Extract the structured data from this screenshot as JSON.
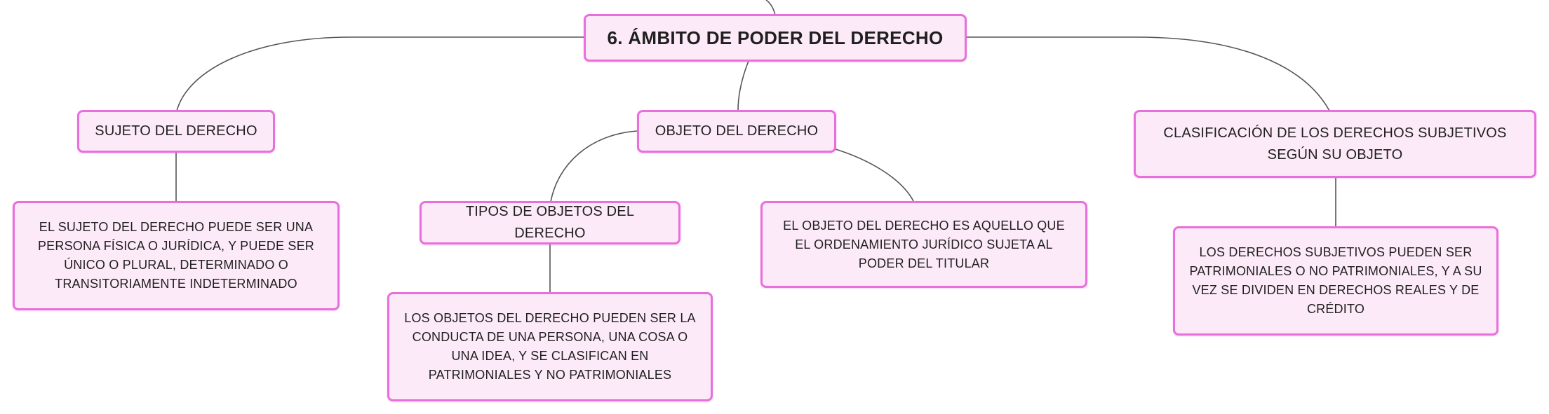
{
  "mindmap": {
    "root": {
      "label": "6. ÁMBITO DE PODER DEL DERECHO"
    },
    "branches": [
      {
        "label": "SUJETO DEL DERECHO",
        "details": [
          {
            "text": "EL SUJETO DEL DERECHO PUEDE SER UNA PERSONA FÍSICA O JURÍDICA, Y PUEDE SER ÚNICO O PLURAL, DETERMINADO O TRANSITORIAMENTE INDETERMINADO"
          }
        ]
      },
      {
        "label": "OBJETO DEL DERECHO",
        "children": [
          {
            "label": "TIPOS DE OBJETOS DEL DERECHO",
            "details": [
              {
                "text": "LOS OBJETOS DEL DERECHO PUEDEN SER LA CONDUCTA DE UNA PERSONA, UNA COSA O UNA IDEA, Y SE CLASIFICAN EN PATRIMONIALES Y NO PATRIMONIALES"
              }
            ]
          },
          {
            "text": "EL OBJETO DEL DERECHO ES AQUELLO QUE EL ORDENAMIENTO JURÍDICO SUJETA AL PODER DEL TITULAR"
          }
        ]
      },
      {
        "label": "CLASIFICACIÓN DE LOS DERECHOS SUBJETIVOS SEGÚN SU OBJETO",
        "details": [
          {
            "text": "LOS DERECHOS SUBJETIVOS PUEDEN SER PATRIMONIALES O NO PATRIMONIALES, Y A SU VEZ SE DIVIDEN EN DERECHOS REALES Y DE CRÉDITO"
          }
        ]
      }
    ]
  }
}
